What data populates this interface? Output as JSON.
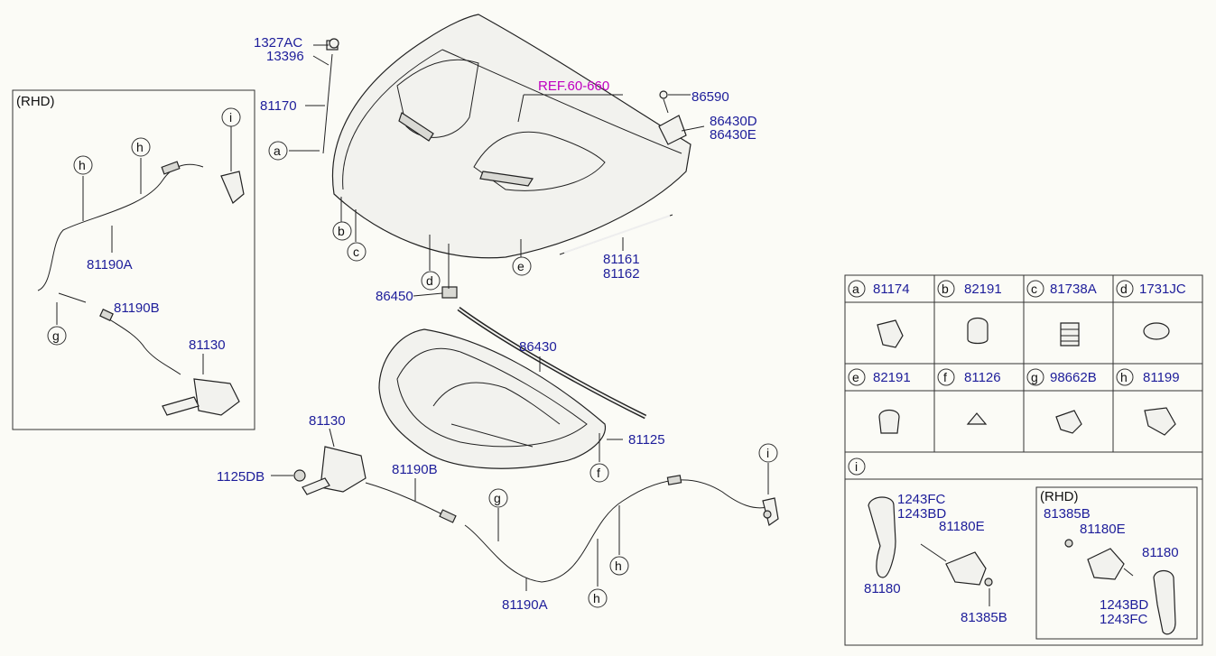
{
  "diagram": {
    "ref_label": "REF.60-660",
    "rhd_box_title": "(RHD)",
    "main_labels": {
      "p1327ac": "1327AC",
      "p13396": "13396",
      "p81170": "81170",
      "p86590": "86590",
      "p86430d": "86430D",
      "p86430e": "86430E",
      "p81161": "81161",
      "p81162": "81162",
      "p86450": "86450",
      "p86430": "86430",
      "p81125": "81125",
      "p81130": "81130",
      "p1125db": "1125DB",
      "p81190b": "81190B",
      "p81190a": "81190A"
    },
    "rhd_labels": {
      "p81190a": "81190A",
      "p81190b": "81190B",
      "p81130": "81130"
    },
    "callouts": {
      "a": "a",
      "b": "b",
      "c": "c",
      "d": "d",
      "e": "e",
      "f": "f",
      "g": "g",
      "h": "h",
      "i": "i"
    }
  },
  "legend": {
    "cells": [
      {
        "letter": "a",
        "part": "81174"
      },
      {
        "letter": "b",
        "part": "82191"
      },
      {
        "letter": "c",
        "part": "81738A"
      },
      {
        "letter": "d",
        "part": "1731JC"
      },
      {
        "letter": "e",
        "part": "82191"
      },
      {
        "letter": "f",
        "part": "81126"
      },
      {
        "letter": "g",
        "part": "98662B"
      },
      {
        "letter": "h",
        "part": "81199"
      }
    ],
    "i_letter": "i",
    "i_labels": {
      "p1243fc": "1243FC",
      "p1243bd": "1243BD",
      "p81180e": "81180E",
      "p81180": "81180",
      "p81385b": "81385B"
    },
    "i_rhd": {
      "title": "(RHD)",
      "p81385b": "81385B",
      "p81180e": "81180E",
      "p81180": "81180",
      "p1243bd": "1243BD",
      "p1243fc": "1243FC"
    }
  }
}
